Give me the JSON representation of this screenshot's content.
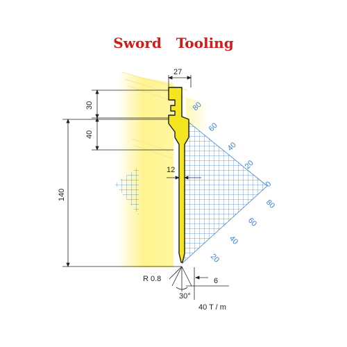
{
  "title": "Sword   Tooling",
  "colors": {
    "title": "#d11a1a",
    "tool_fill": "#f4e61e",
    "tool_stroke": "#1a1a1a",
    "glow": "#fff27a",
    "grid": "#3b7fd6",
    "dimension": "#222222"
  },
  "dimensions": {
    "width_top": "27",
    "height_upper": "30",
    "height_neck": "40",
    "height_total": "140",
    "blade_width": "12",
    "tip_radius": "R 0.8",
    "tip_angle": "30°",
    "die_opening": "6",
    "load_rating": "40 T / m"
  },
  "grid_labels": {
    "upper": [
      "80",
      "60",
      "40",
      "20",
      "0"
    ],
    "lower": [
      "80",
      "60",
      "40",
      "20"
    ]
  }
}
